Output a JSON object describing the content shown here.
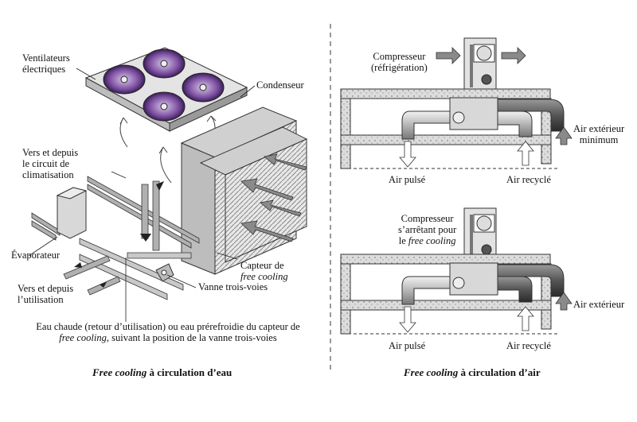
{
  "left": {
    "fans_label": [
      "Ventilateurs",
      "électriques"
    ],
    "condenser_label": "Condenseur",
    "circuit_label": [
      "Vers et depuis",
      "le circuit de",
      "climatisation"
    ],
    "evaporator_label": "Évaporateur",
    "usage_label": [
      "Vers et depuis",
      "l’utilisation"
    ],
    "sensor_label": [
      "Capteur de",
      "free cooling"
    ],
    "valve_label": "Vanne trois-voies",
    "note_line1": "Eau chaude (retour d’utilisation) ou eau prérefroidie du capteur de",
    "note_line2_italic": "free cooling",
    "note_line2_rest": ", suivant la position de la vanne trois-voies",
    "caption_italic": "Free cooling",
    "caption_rest": " à circulation d’eau"
  },
  "right": {
    "top": {
      "compressor_label": [
        "Compresseur",
        "(réfrigération)"
      ],
      "outdoor_label": [
        "Air extérieur",
        "minimum"
      ],
      "supply_label": "Air pulsé",
      "recycled_label": "Air recyclé"
    },
    "bottom": {
      "compressor_label": [
        "Compresseur",
        "s’arrêtant pour",
        "le "
      ],
      "compressor_italic": "free cooling",
      "outdoor_label": "Air extérieur",
      "supply_label": "Air pulsé",
      "recycled_label": "Air recyclé"
    },
    "caption_italic": "Free cooling",
    "caption_rest": " à circulation d’air"
  },
  "colors": {
    "fan": "#6a3d8f",
    "panel": "#d9d9d9",
    "pipe": "#9e9e9e",
    "arrow": "#8a8a8a"
  }
}
